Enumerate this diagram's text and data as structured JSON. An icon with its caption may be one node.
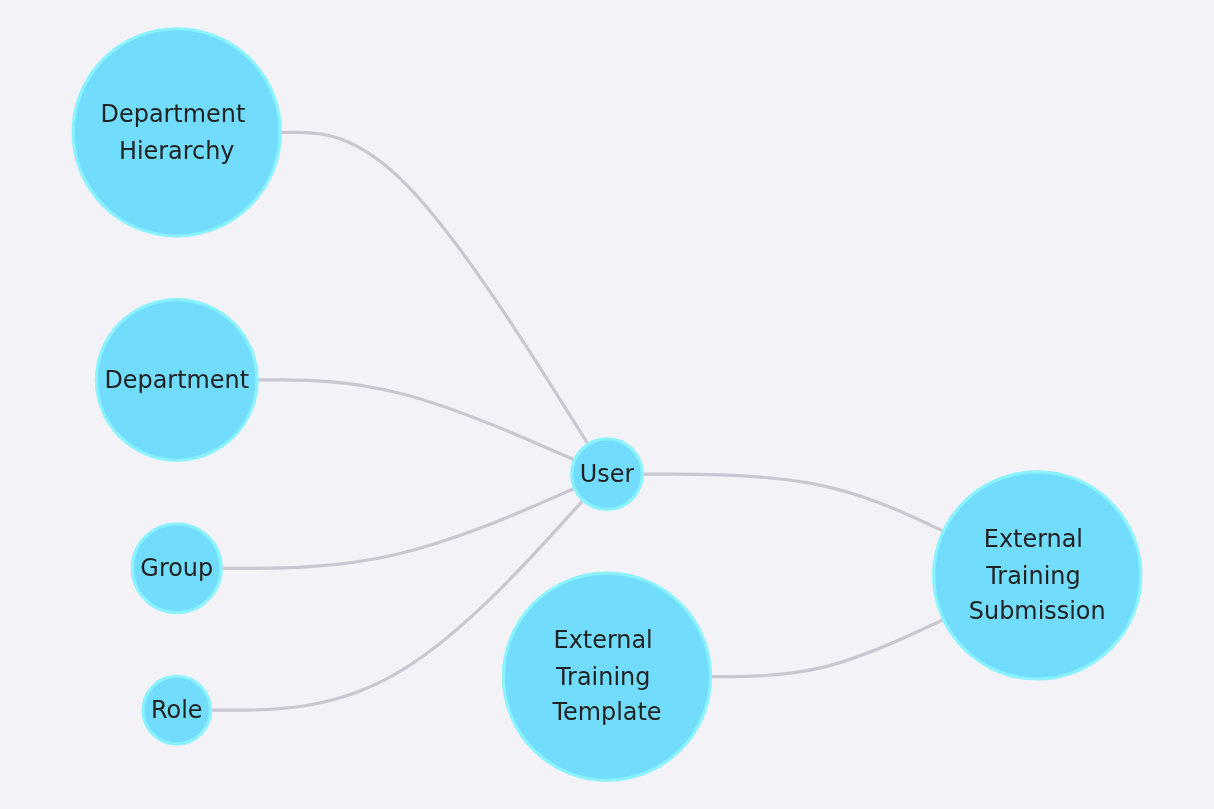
{
  "diagram": {
    "nodes": [
      {
        "text": [
          "Department Hierarchy"
        ]
      },
      {
        "text": [
          "External Training Template"
        ]
      },
      {
        "text": [
          "Department"
        ]
      },
      {
        "text": [
          "User"
        ]
      },
      {
        "text": [
          "External Training Submission"
        ]
      },
      {
        "text": [
          "Group"
        ]
      },
      {
        "text": [
          "Role"
        ]
      }
    ],
    "edges": [
      {
        "from": 0,
        "to": 3,
        "arrow": "none"
      },
      {
        "from": 2,
        "to": 3,
        "arrow": "none"
      },
      {
        "from": 5,
        "to": 3,
        "arrow": "none"
      },
      {
        "from": 6,
        "to": 3,
        "arrow": "none"
      },
      {
        "from": 3,
        "to": 4,
        "arrow": "none"
      },
      {
        "from": 1,
        "to": 4,
        "arrow": "none"
      }
    ]
  }
}
